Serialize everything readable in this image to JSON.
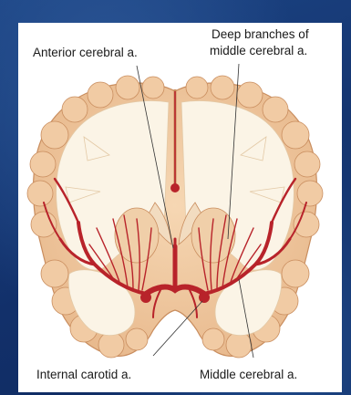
{
  "labels": {
    "anterior_cerebral": "Anterior cerebral a.",
    "deep_branches_line1": "Deep branches of",
    "deep_branches_line2": "middle cerebral a.",
    "internal_carotid": "Internal carotid a.",
    "middle_cerebral": "Middle cerebral a."
  },
  "colors": {
    "background": "#17386e",
    "panel": "#ffffff",
    "cortex": "#efc9a2",
    "white_matter": "#fbf4e6",
    "artery": "#b8232a"
  }
}
